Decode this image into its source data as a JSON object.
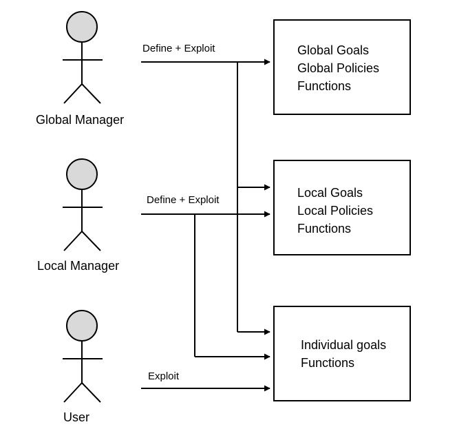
{
  "actors": {
    "global_manager": "Global Manager",
    "local_manager": "Local Manager",
    "user": "User"
  },
  "edges": {
    "global": "Define + Exploit",
    "local": "Define + Exploit",
    "user": "Exploit"
  },
  "boxes": {
    "global": [
      "Global Goals",
      "Global Policies",
      "Functions"
    ],
    "local": [
      "Local Goals",
      "Local Policies",
      "Functions"
    ],
    "individual": [
      "Individual goals",
      "Functions"
    ]
  },
  "colors": {
    "stroke": "#000000",
    "actor_head_fill": "#d9d9d9",
    "background": "#ffffff"
  }
}
